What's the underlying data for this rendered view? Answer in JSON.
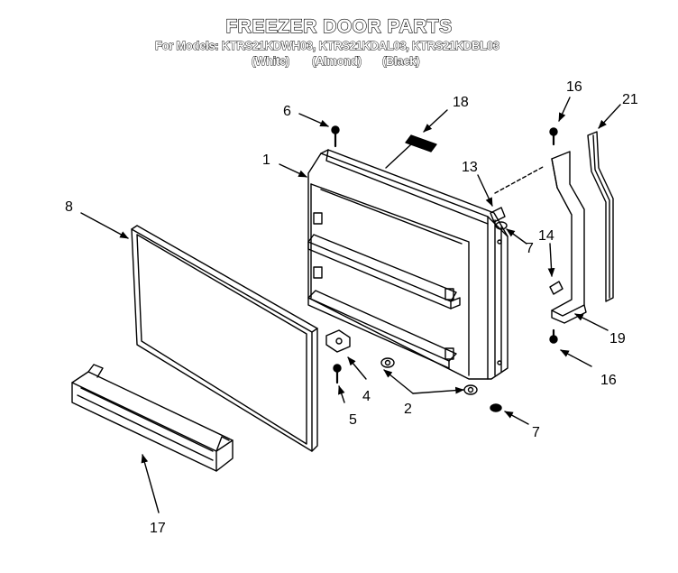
{
  "header": {
    "title": "FREEZER DOOR PARTS",
    "models_line": "For Models: KTRS21KDWH03, KTRS21KDAL03, KTRS21KDBL03",
    "colors": [
      "(White)",
      "(Almond)",
      "(Black)"
    ]
  },
  "callouts": [
    "1",
    "2",
    "4",
    "5",
    "6",
    "7",
    "7",
    "8",
    "13",
    "14",
    "16",
    "16",
    "17",
    "18",
    "19",
    "21"
  ]
}
